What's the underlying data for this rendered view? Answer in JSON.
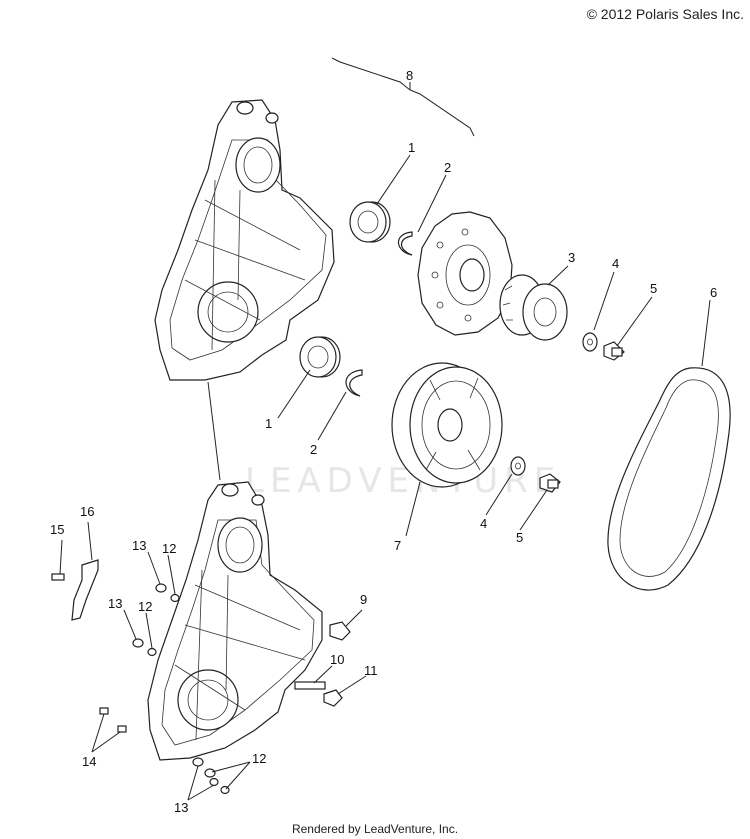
{
  "copyright": "© 2012 Polaris Sales Inc.",
  "footer": "Rendered by LeadVenture, Inc.",
  "watermark": "LEADVENTURE",
  "callouts": {
    "c8": "8",
    "c1a": "1",
    "c2a": "2",
    "c3": "3",
    "c4a": "4",
    "c5a": "5",
    "c6": "6",
    "c1b": "1",
    "c2b": "2",
    "c7": "7",
    "c4b": "4",
    "c5b": "5",
    "c15": "15",
    "c16": "16",
    "c13a": "13",
    "c12a": "12",
    "c13b": "13",
    "c12b": "12",
    "c9": "9",
    "c10": "10",
    "c11": "11",
    "c14": "14",
    "c12c": "12",
    "c13c": "13"
  }
}
